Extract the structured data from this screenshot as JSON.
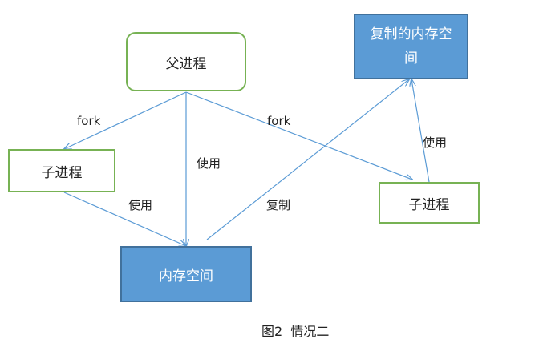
{
  "nodes": {
    "parent": "父进程",
    "child_left": "子进程",
    "child_right": "子进程",
    "memory": "内存空间",
    "copied_memory": "复制的内存空\n间"
  },
  "edges": {
    "fork_left": "fork",
    "fork_right": "fork",
    "use_parent": "使用",
    "use_child_left": "使用",
    "copy": "复制",
    "use_child_right": "使用"
  },
  "caption": "图2  情况二",
  "colors": {
    "green_border": "#77b254",
    "blue_fill": "#5b9bd5",
    "blue_border": "#41719c",
    "arrow": "#5b9bd5"
  }
}
